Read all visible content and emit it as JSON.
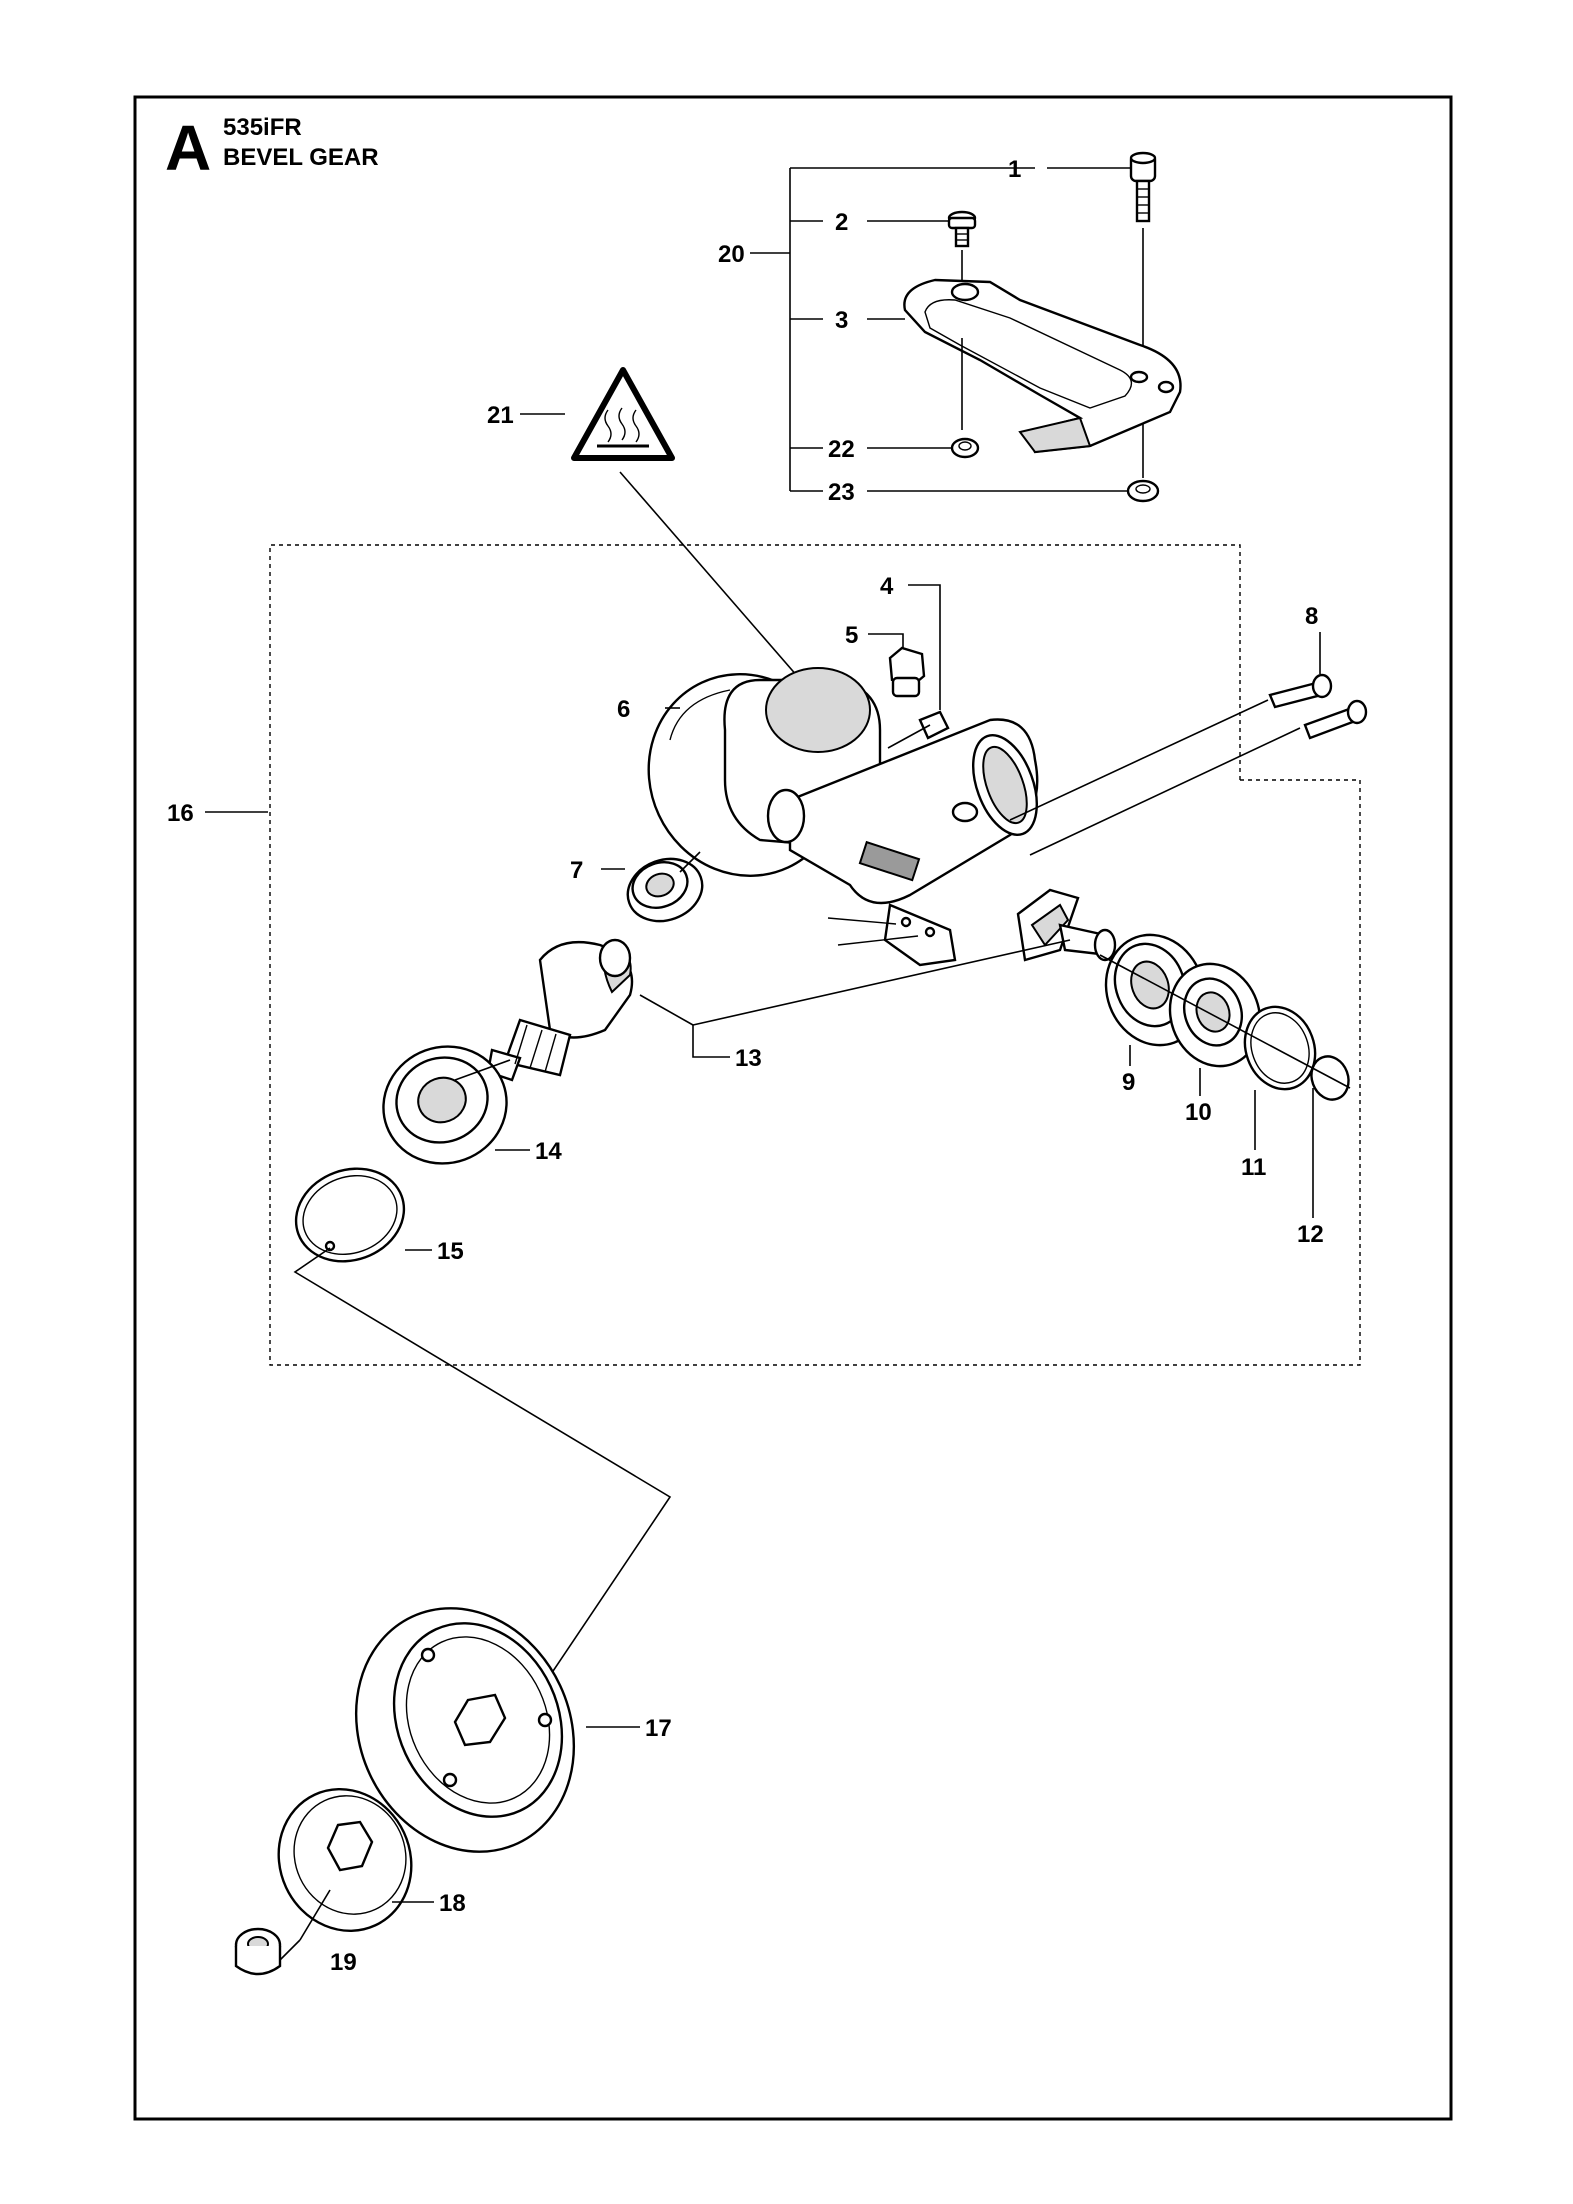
{
  "header": {
    "section_letter": "A",
    "model": "535iFR",
    "title": "BEVEL GEAR"
  },
  "callouts": [
    {
      "id": "1",
      "label": "1"
    },
    {
      "id": "2",
      "label": "2"
    },
    {
      "id": "3",
      "label": "3"
    },
    {
      "id": "4",
      "label": "4"
    },
    {
      "id": "5",
      "label": "5"
    },
    {
      "id": "6",
      "label": "6"
    },
    {
      "id": "7",
      "label": "7"
    },
    {
      "id": "8",
      "label": "8"
    },
    {
      "id": "9",
      "label": "9"
    },
    {
      "id": "10",
      "label": "10"
    },
    {
      "id": "11",
      "label": "11"
    },
    {
      "id": "12",
      "label": "12"
    },
    {
      "id": "13",
      "label": "13"
    },
    {
      "id": "14",
      "label": "14"
    },
    {
      "id": "15",
      "label": "15"
    },
    {
      "id": "16",
      "label": "16"
    },
    {
      "id": "17",
      "label": "17"
    },
    {
      "id": "18",
      "label": "18"
    },
    {
      "id": "19",
      "label": "19"
    },
    {
      "id": "20",
      "label": "20"
    },
    {
      "id": "21",
      "label": "21"
    },
    {
      "id": "22",
      "label": "22"
    },
    {
      "id": "23",
      "label": "23"
    }
  ],
  "icons": {
    "warning": "hot-surface-warning-icon"
  },
  "colors": {
    "line": "#000000",
    "background": "#ffffff",
    "part_fill": "#ffffff",
    "part_shade": "#d9d9d9"
  }
}
